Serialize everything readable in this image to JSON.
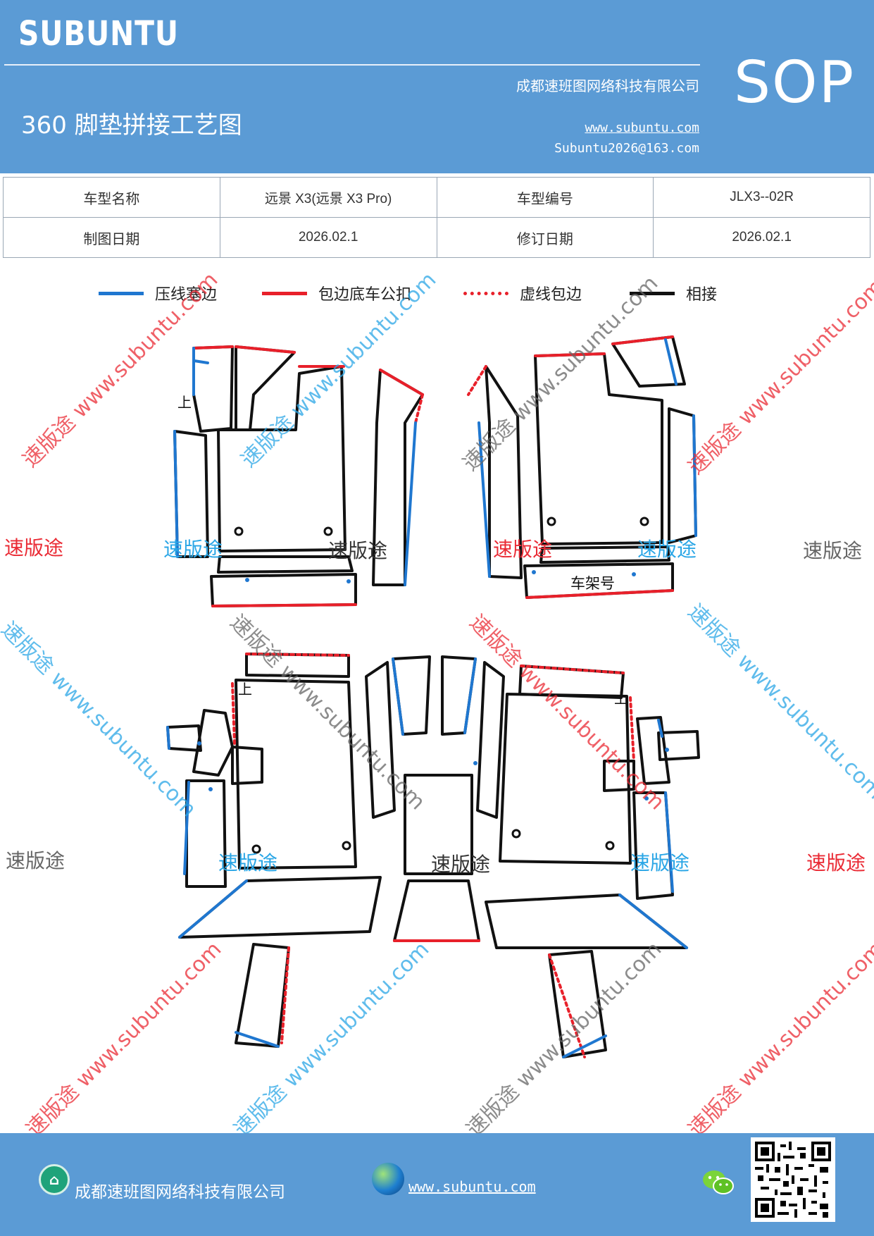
{
  "header": {
    "brand": "SUBUNTU",
    "title": "360 脚垫拼接工艺图",
    "company": "成都速班图网络科技有限公司",
    "website": "www.subuntu.com",
    "email": "Subuntu2026@163.com",
    "badge": "SOP"
  },
  "info_table": {
    "rows": [
      [
        "车型名称",
        "远景 X3(远景 X3 Pro)",
        "车型编号",
        "JLX3--02R"
      ],
      [
        "制图日期",
        "2026.02.1",
        "修订日期",
        "2026.02.1"
      ]
    ]
  },
  "legend": [
    {
      "label": "压线塞边",
      "color": "#1f77d0",
      "style": "solid"
    },
    {
      "label": "包边底车公扣",
      "color": "#e8202a",
      "style": "solid"
    },
    {
      "label": "虚线包边",
      "color": "#e8202a",
      "style": "dotted"
    },
    {
      "label": "相接",
      "color": "#111111",
      "style": "solid"
    }
  ],
  "drawing": {
    "up_marker": "上",
    "frame_number_label": "车架号",
    "watermark_text": "速版途",
    "watermark_url": "速版途 www.subuntu.com"
  },
  "colors": {
    "header_blue": "#5b9bd5",
    "press_line": "#1f77d0",
    "edge_red": "#e8202a",
    "join_black": "#111111",
    "wm_red": "#ea2b35",
    "wm_blue": "#2aa6e6",
    "wm_grey": "#666666"
  },
  "footer": {
    "company": "成都速班图网络科技有限公司",
    "website": "www.subuntu.com",
    "icons": [
      "company-badge-icon",
      "globe-icon",
      "wechat-icon",
      "qr-code"
    ]
  }
}
